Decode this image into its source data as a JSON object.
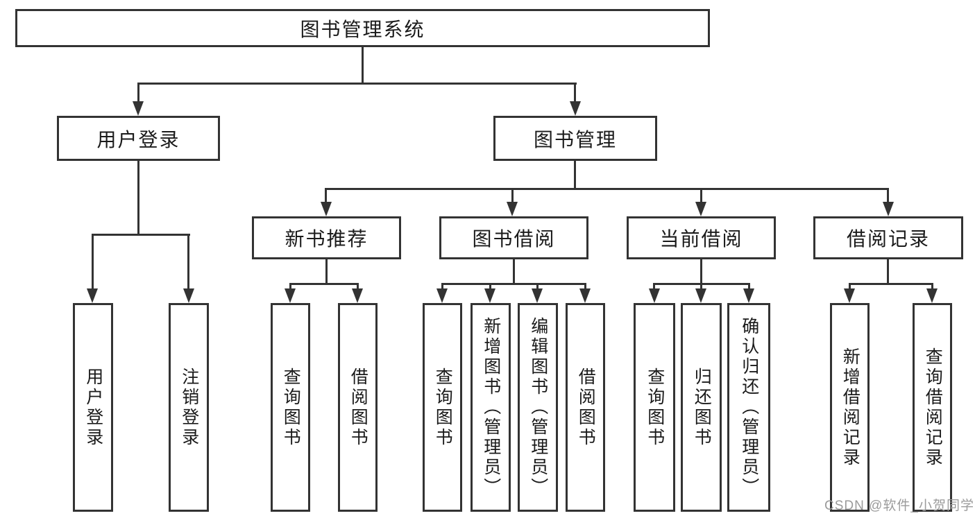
{
  "diagram": {
    "colors": {
      "line": "#333333",
      "text": "#1a1a1a",
      "background": "#ffffff",
      "watermark_color": "#9b9b9b"
    },
    "watermark": {
      "text": "CSDN @软件_小贺同学"
    },
    "tree": {
      "root": {
        "label": "图书管理系统",
        "children": [
          {
            "label": "用户登录",
            "children": [
              {
                "label": "用户登录"
              },
              {
                "label": "注销登录"
              }
            ]
          },
          {
            "label": "图书管理",
            "children": [
              {
                "label": "新书推荐",
                "children": [
                  {
                    "label": "查询图书"
                  },
                  {
                    "label": "借阅图书"
                  }
                ]
              },
              {
                "label": "图书借阅",
                "children": [
                  {
                    "label": "查询图书"
                  },
                  {
                    "label": "新增图书（管理员）"
                  },
                  {
                    "label": "编辑图书（管理员）"
                  },
                  {
                    "label": "借阅图书"
                  }
                ]
              },
              {
                "label": "当前借阅",
                "children": [
                  {
                    "label": "查询图书"
                  },
                  {
                    "label": "归还图书"
                  },
                  {
                    "label": "确认归还（管理员）"
                  }
                ]
              },
              {
                "label": "借阅记录",
                "children": [
                  {
                    "label": "新增借阅记录"
                  },
                  {
                    "label": "查询借阅记录"
                  }
                ]
              }
            ]
          }
        ]
      }
    }
  }
}
